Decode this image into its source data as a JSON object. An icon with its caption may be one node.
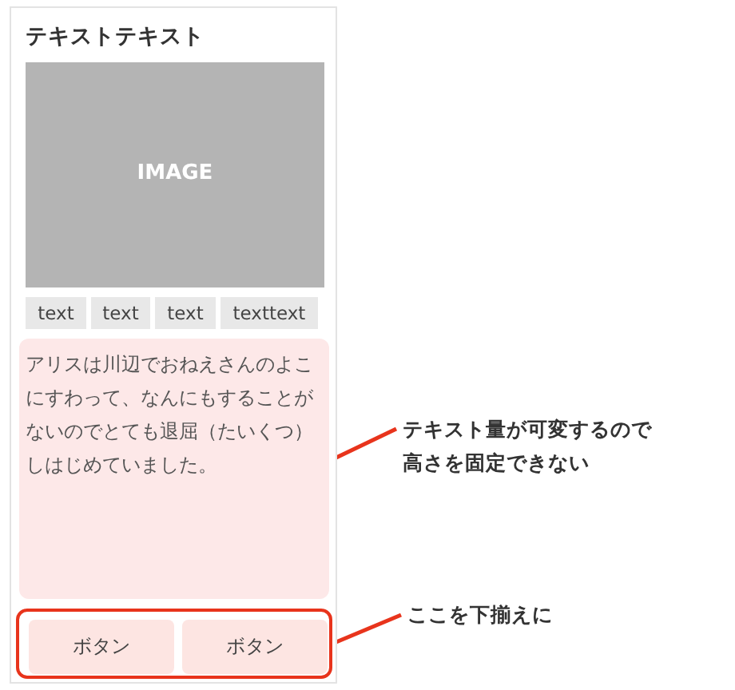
{
  "diagram": {
    "nodes": [
      {
        "text": [
          "テキストテキスト"
        ]
      },
      {
        "text": [
          "IMAGE"
        ],
        "in": 0
      },
      {
        "text": [
          "text"
        ],
        "in": 0
      },
      {
        "text": [
          "text"
        ],
        "in": 0
      },
      {
        "text": [
          "text"
        ],
        "in": 0
      },
      {
        "text": [
          "texttext"
        ],
        "in": 0
      },
      {
        "text": [
          "アリスは川辺でおねえさんのよこにすわって、なんにもすることがないのでとても退屈（たいくつ）しはじめていました。"
        ],
        "in": 0
      },
      {
        "text": [],
        "shape": "box",
        "in": 0
      },
      {
        "text": [
          "ボタン"
        ],
        "in": 7
      },
      {
        "text": [
          "ボタン"
        ],
        "in": 7
      },
      {
        "text": [
          "テキスト量が可変するので高さを固定できない"
        ]
      },
      {
        "text": [
          "ここを下揃えに"
        ]
      }
    ],
    "edges": [
      {
        "from": 10,
        "to": 6,
        "arrow": "none",
        "color": "#e8341c"
      },
      {
        "from": 11,
        "to": 7,
        "arrow": "none",
        "color": "#e8341c"
      }
    ]
  }
}
